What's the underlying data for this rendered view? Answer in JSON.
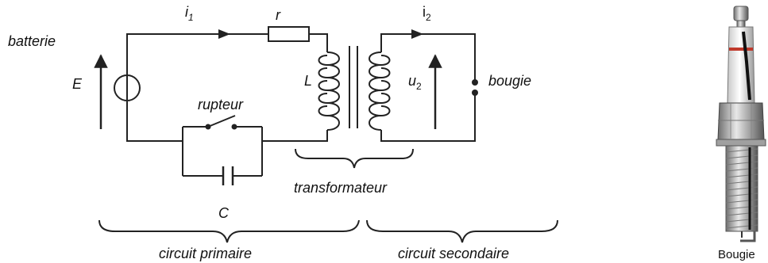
{
  "labels": {
    "battery": "batterie",
    "emf": "E",
    "current_primary": "i",
    "current_primary_sub": "1",
    "resistor": "r",
    "inductor": "L",
    "breaker": "rupteur",
    "capacitor": "C",
    "current_secondary": "i",
    "current_secondary_sub": "2",
    "voltage_secondary": "u",
    "voltage_secondary_sub": "2",
    "spark_plug": "bougie",
    "transformer": "transformateur",
    "primary_circuit": "circuit primaire",
    "secondary_circuit": "circuit secondaire",
    "plug_caption": "Bougie"
  }
}
